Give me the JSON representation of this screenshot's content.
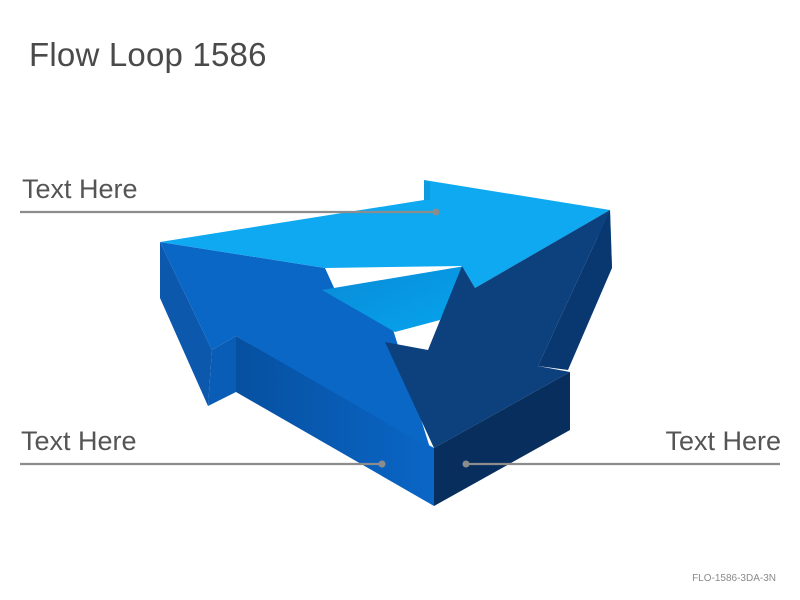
{
  "title": "Flow Loop 1586",
  "labels": {
    "top_left": "Text Here",
    "bottom_left": "Text Here",
    "bottom_right": "Text Here"
  },
  "code": "FLO-1586-3DA-3N",
  "colors": {
    "arrow_top": "#0ea9f0",
    "arrow_left": "#0a67c2",
    "arrow_right": "#0c3f7c",
    "callout_line": "#8c8c8c"
  }
}
